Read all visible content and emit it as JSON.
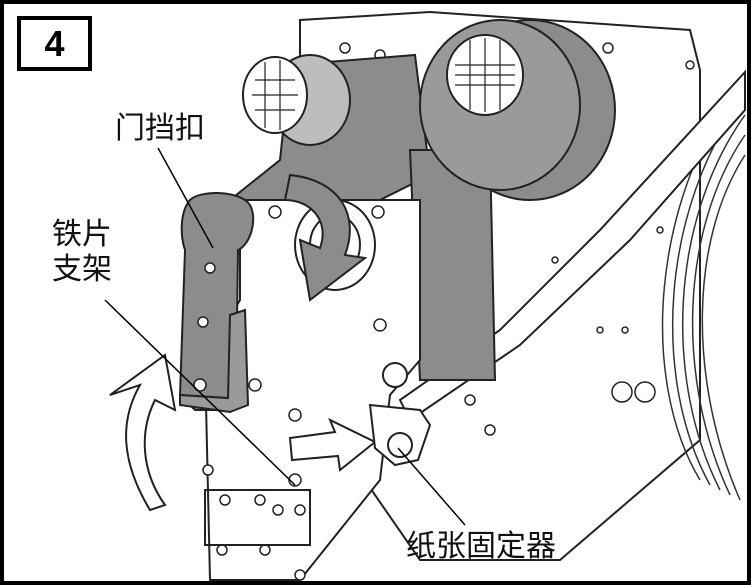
{
  "step": "4",
  "labels": {
    "door_latch": "门挡扣",
    "bracket_line1": "铁片",
    "bracket_line2": "支架",
    "paper_holder": "纸张固定器"
  },
  "colors": {
    "ribbon": "#8c8c8c",
    "frame": "#000000",
    "line": "#111111",
    "background": "#ffffff"
  }
}
